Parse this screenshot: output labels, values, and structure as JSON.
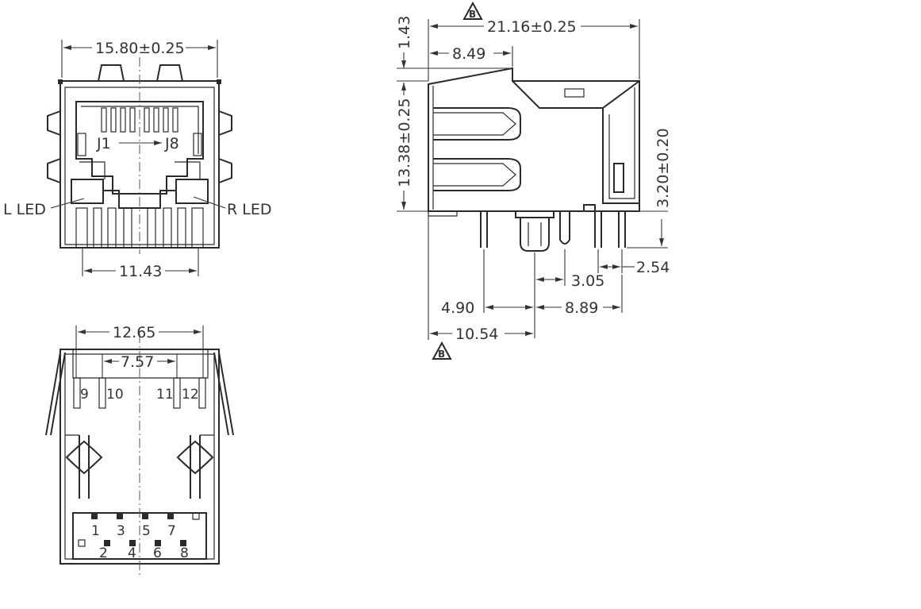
{
  "front_view": {
    "width_dim": "15.80±0.25",
    "pitch_dim": "11.43",
    "pin_start": "J1",
    "pin_end": "J8",
    "left_led": "L LED",
    "right_led": "R LED"
  },
  "bottom_view": {
    "outer_dim": "12.65",
    "inner_dim": "7.57",
    "led_pins": [
      "9",
      "10",
      "11",
      "12"
    ],
    "pins_top": [
      "1",
      "3",
      "5",
      "7"
    ],
    "pins_bottom": [
      "2",
      "4",
      "6",
      "8"
    ]
  },
  "side_view": {
    "datum_top": "B",
    "datum_bottom": "B",
    "length_dim": "21.16±0.25",
    "top_offset_dim": "8.49",
    "tab_height_dim": "1.43",
    "height_dim": "13.38±0.25",
    "standoff_dim": "3.20±0.20",
    "pin_pitch_dim": "2.54",
    "post_dim": "3.05",
    "pin_spacing_dim": "8.89",
    "front_pin_dim": "4.90",
    "front_post_dim": "10.54"
  }
}
